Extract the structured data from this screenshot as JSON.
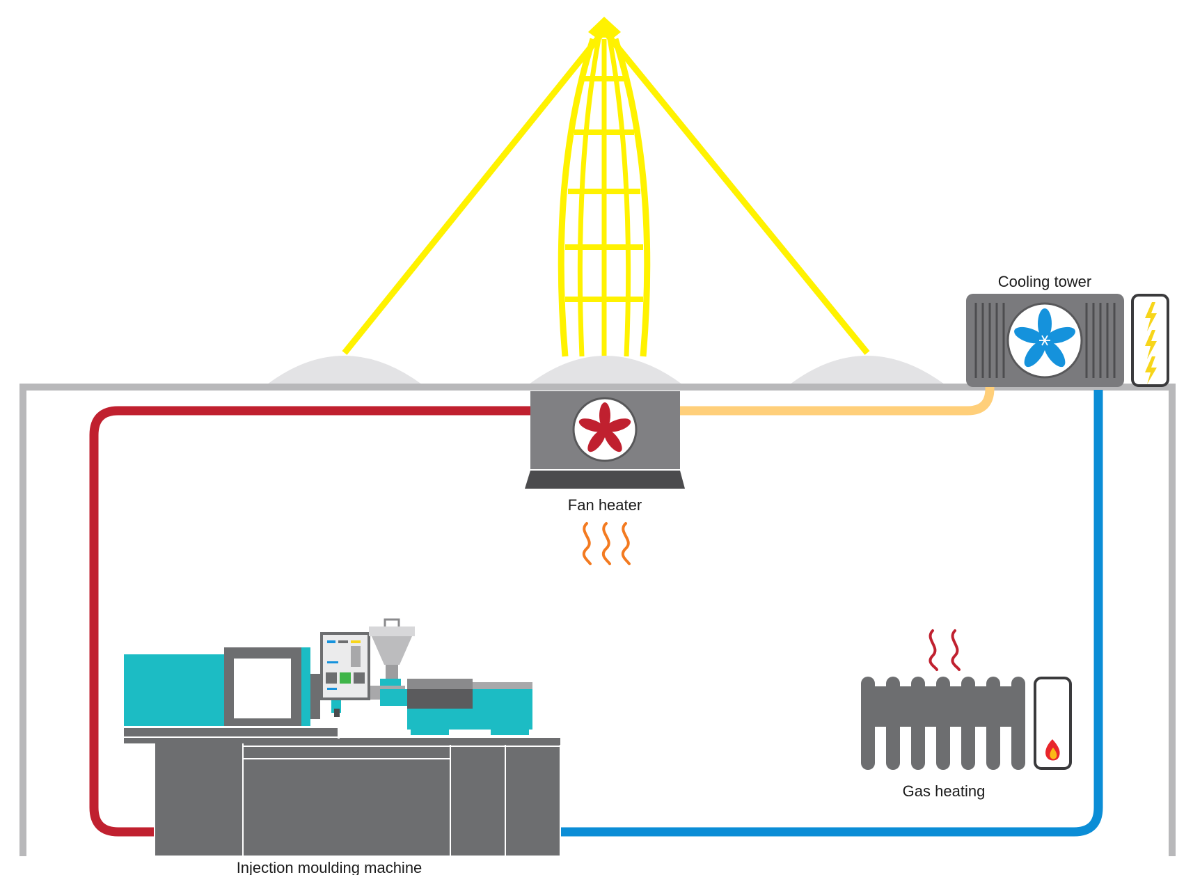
{
  "labels": {
    "cooling_tower": "Cooling tower",
    "fan_heater": "Fan heater",
    "gas_heating": "Gas heating",
    "injection_moulding_machine": "Injection moulding machine"
  },
  "colors": {
    "hot_water": "#c0202f",
    "warm_return": "#ffcf7a",
    "cold_water": "#0b8dd6",
    "light_beam": "#fff200",
    "building_outline": "#b8b8ba",
    "machine_grey": "#6d6e70",
    "machine_teal": "#1cbcc4",
    "cooling_blue": "#1592dc",
    "heat_orange": "#f37a20"
  },
  "icons": [
    "light-beam-icon",
    "fan-heater-icon",
    "cooling-tower-icon",
    "snowflake-icon",
    "lightning-icon",
    "heat-waves-icon",
    "radiator-icon",
    "flame-icon",
    "injection-moulding-machine-icon"
  ]
}
